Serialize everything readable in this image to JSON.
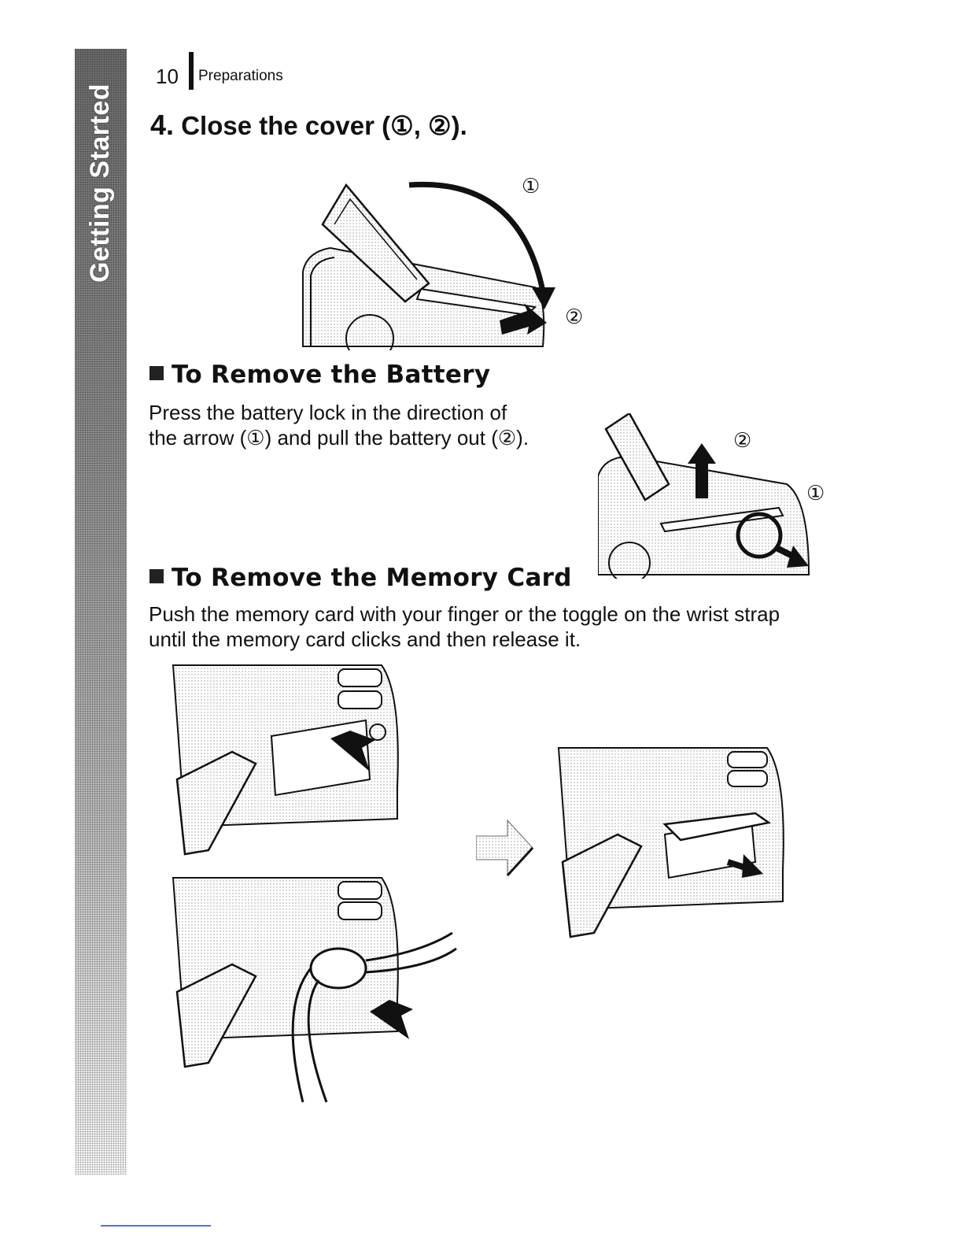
{
  "side_tab": {
    "label": "Getting Started"
  },
  "header": {
    "page_number": "10",
    "section": "Preparations"
  },
  "step": {
    "number": "4.",
    "text": "Close the cover (①, ②)."
  },
  "markers": {
    "one": "①",
    "two": "②"
  },
  "battery": {
    "heading": "To Remove the Battery",
    "line1": "Press the battery lock in the direction of",
    "line2": "the arrow (①) and pull the battery out (②)."
  },
  "memory_card": {
    "heading": "To Remove the Memory Card",
    "line1": "Push the memory card with your finger or the toggle on the wrist strap",
    "line2": "until the memory card clicks and then release it."
  }
}
